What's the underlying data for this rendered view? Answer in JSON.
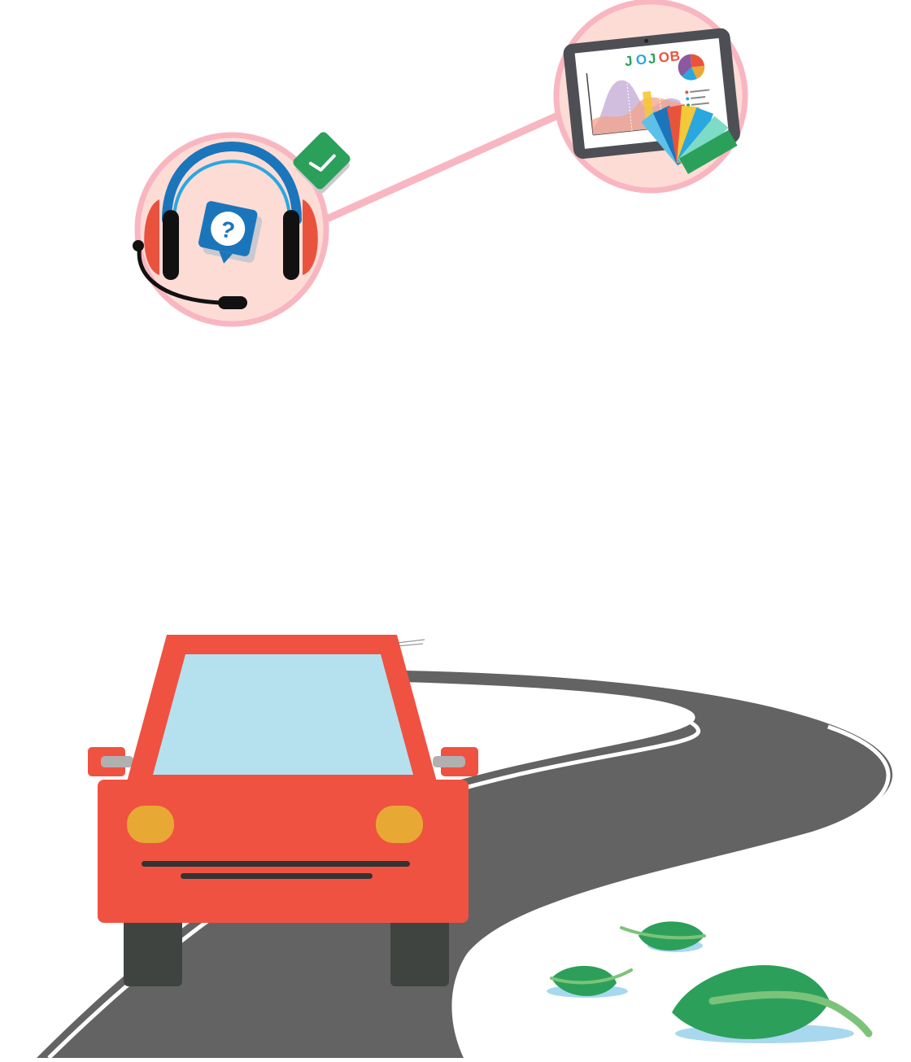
{
  "colors": {
    "background": "#ffffff",
    "bubble_fill": "#fddcd6",
    "bubble_ring": "#f8b6c1",
    "connector": "#f8b6c1",
    "headset_band": "#1b75bb",
    "headset_band_inner": "#2aa7df",
    "earcup": "#e9533e",
    "question_bubble": "#1b75bb",
    "check_bubble": "#2ba05b",
    "tablet_frame": "#4d4f55",
    "car_body": "#ef5241",
    "windshield": "#b5e1ef",
    "headlight": "#e8a834",
    "tire": "#3f4441",
    "road": "#636363",
    "road_line": "#ffffff",
    "leaf": "#2ca05a",
    "leaf_vein": "#7cc37a",
    "leaf_shadow": "#a8d8ef"
  },
  "icons": {
    "support": "headset-icon",
    "question": "question-bubble-icon",
    "check": "check-bubble-icon",
    "analytics": "tablet-dashboard-icon",
    "palette": "color-swatch-icon",
    "car": "car-icon",
    "road": "winding-road",
    "leaves": "leaf-icon"
  },
  "tablet": {
    "logo_parts": [
      "J",
      "O",
      "J",
      "O",
      "B"
    ]
  }
}
